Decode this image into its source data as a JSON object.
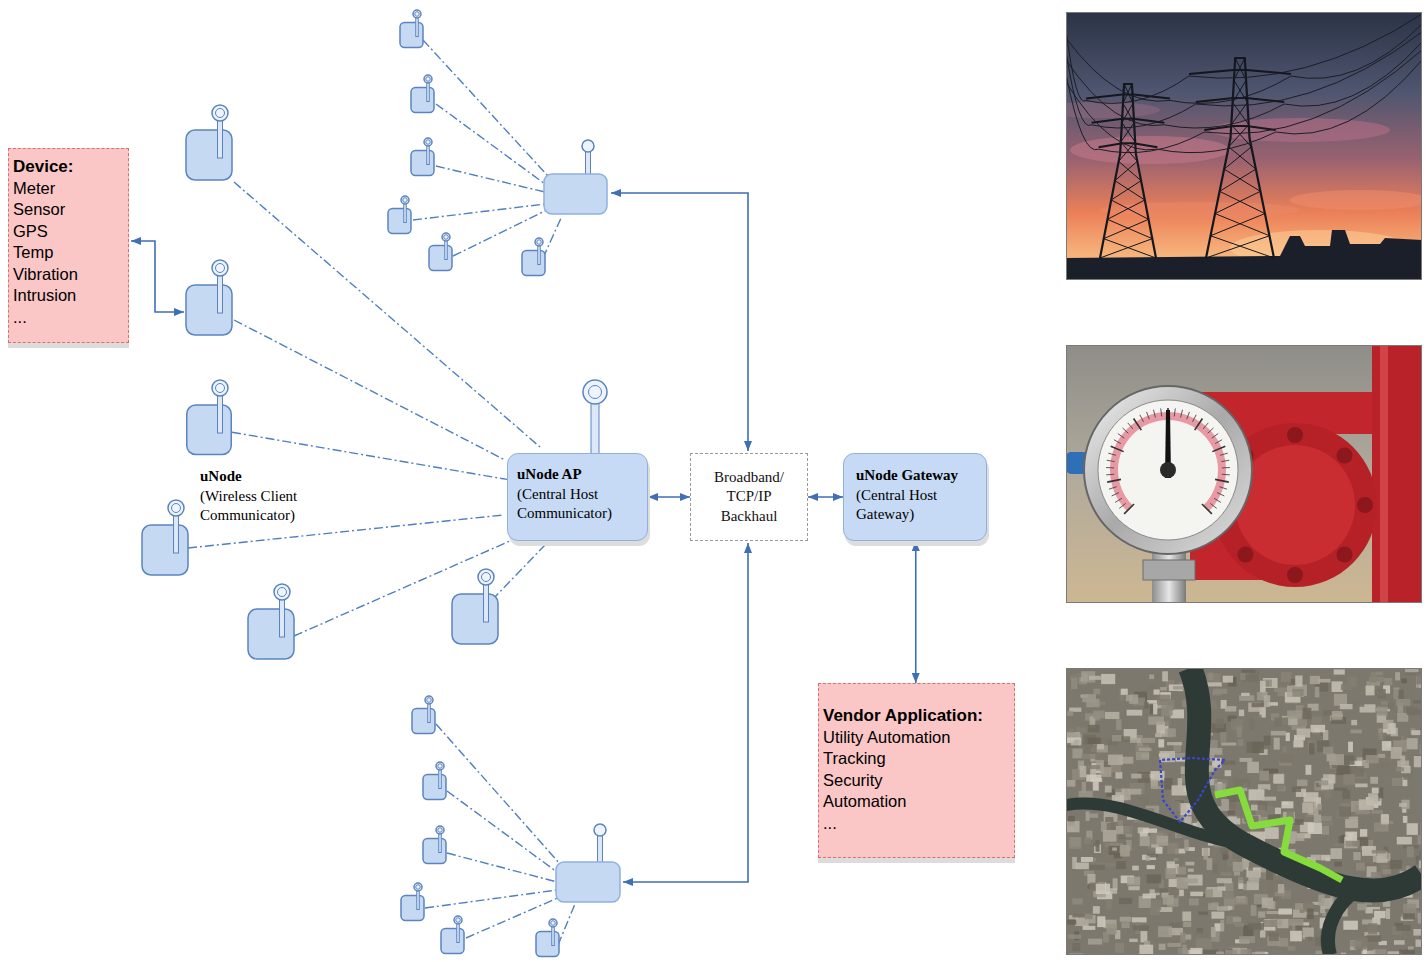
{
  "diagram": {
    "nodes": [
      {
        "text": [
          "Device:",
          "Meter",
          "Sensor",
          "GPS",
          "Temp",
          "Vibration",
          "Intrusion",
          "..."
        ]
      },
      {
        "text": [
          "uNode",
          "(Wireless Client Communicator)"
        ]
      },
      {
        "text": [
          "uNode AP",
          "(Central Host Communicator)"
        ]
      },
      {
        "text": [
          "Broadband/ TCP/IP Backhaul"
        ]
      },
      {
        "text": [
          "uNode Gateway",
          "(Central Host Gateway)"
        ]
      },
      {
        "text": [
          "Vendor Application:",
          "Utility Automation",
          "Tracking",
          "Security",
          "Automation",
          "..."
        ]
      }
    ],
    "edges": [
      {
        "from": 1,
        "to": 2,
        "arrow": "none"
      },
      {
        "from": 2,
        "to": 3,
        "arrow": "both"
      },
      {
        "from": 3,
        "to": 4,
        "arrow": "both"
      },
      {
        "from": 4,
        "to": 5,
        "arrow": "both"
      }
    ]
  }
}
